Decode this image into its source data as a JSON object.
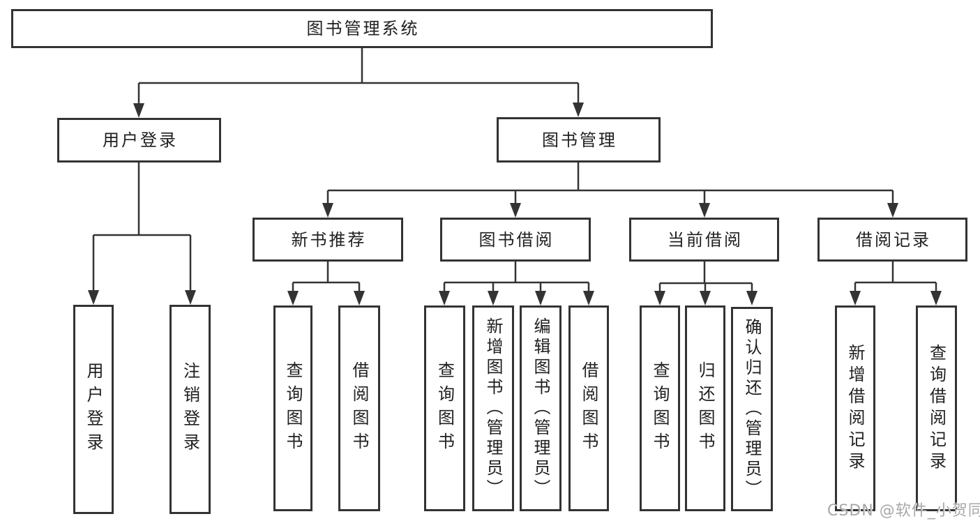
{
  "diagram": {
    "root": {
      "label": "图书管理系统"
    },
    "branches": [
      {
        "label": "用户登录",
        "children": [
          {
            "label": "用户登录"
          },
          {
            "label": "注销登录"
          }
        ]
      },
      {
        "label": "图书管理",
        "children": [
          {
            "label": "新书推荐",
            "children": [
              {
                "label": "查询图书"
              },
              {
                "label": "借阅图书"
              }
            ]
          },
          {
            "label": "图书借阅",
            "children": [
              {
                "label": "查询图书"
              },
              {
                "label": "新增图书（管理员）"
              },
              {
                "label": "编辑图书（管理员）"
              },
              {
                "label": "借阅图书"
              }
            ]
          },
          {
            "label": "当前借阅",
            "children": [
              {
                "label": "查询图书"
              },
              {
                "label": "归还图书"
              },
              {
                "label": "确认归还（管理员）"
              }
            ]
          },
          {
            "label": "借阅记录",
            "children": [
              {
                "label": "新增借阅记录"
              },
              {
                "label": "查询借阅记录"
              }
            ]
          }
        ]
      }
    ]
  },
  "watermark": {
    "text": "CSDN @软件_小贺同学"
  },
  "colors": {
    "line": "#333333",
    "box_border": "#333333",
    "box_fill": "#ffffff",
    "text": "#1f1f1f",
    "watermark": "#a8a8a8"
  }
}
